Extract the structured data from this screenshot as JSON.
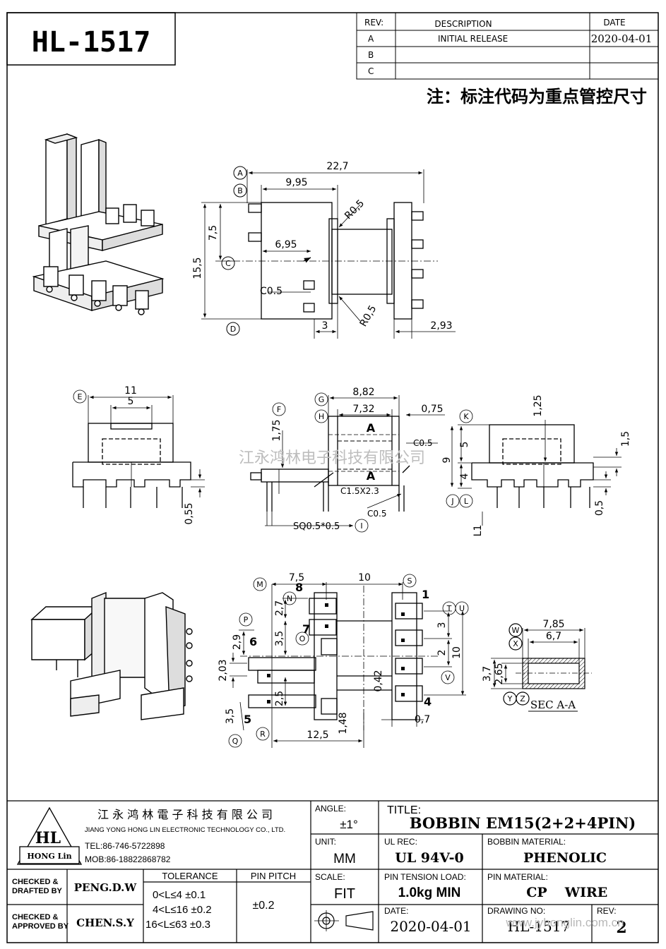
{
  "header": {
    "part_no": "HL-1517",
    "rev_table": {
      "col_rev": "REV:",
      "col_desc": "DESCRIPTION",
      "col_date": "DATE",
      "rows": [
        {
          "rev": "A",
          "desc": "INITIAL RELEASE",
          "date": "2020-04-01"
        },
        {
          "rev": "B",
          "desc": "",
          "date": ""
        },
        {
          "rev": "C",
          "desc": "",
          "date": ""
        }
      ]
    },
    "note": "注：标注代码为重点管控尺寸"
  },
  "watermark": "江永鸿林电子科技有限公司",
  "front_view": {
    "A": "A",
    "B": "B",
    "C": "C",
    "D": "D",
    "d_22_7": "22,7",
    "d_9_95": "9,95",
    "d_6_95": "6,95",
    "d_7_5": "7,5",
    "d_15_5": "15,5",
    "d_3": "3",
    "d_2_93": "2,93",
    "r05_top": "R0,5",
    "r05_bot": "R0,5",
    "c05": "C0.5"
  },
  "side_left": {
    "E": "E",
    "d_11": "11",
    "d_5": "5",
    "d_0_55": "0,55"
  },
  "side_mid": {
    "F": "F",
    "G": "G",
    "H": "H",
    "I": "I",
    "d_8_82": "8,82",
    "d_7_32": "7,32",
    "d_0_75": "0,75",
    "d_1_75": "1,75",
    "sec_a_top": "A",
    "sec_a_bot": "A",
    "c05a": "C0.5",
    "c05b": "C0.5",
    "c15": "C1.5X2.3",
    "sq": "SQ0.5*0.5"
  },
  "side_right": {
    "K": "K",
    "J": "J",
    "L": "L",
    "d_1_25": "1,25",
    "d_1_5": "1,5",
    "d_5": "5",
    "d_9": "9",
    "d_4": "4",
    "d_0_5": "0,5",
    "l1": "L1"
  },
  "bottom_view": {
    "M": "M",
    "N": "N",
    "O": "O",
    "P": "P",
    "Q": "Q",
    "R": "R",
    "S": "S",
    "T": "T",
    "U": "U",
    "V": "V",
    "d_7_5": "7,5",
    "d_10": "10",
    "d_2_7": "2,7",
    "d_2_9": "2,9",
    "d_3_5a": "3,5",
    "d_2_03": "2,03",
    "d_2_5": "2,5",
    "d_3_5b": "3,5",
    "d_1_48": "1,48",
    "d_12_5": "12,5",
    "d_3": "3",
    "d_2": "2",
    "d_10v": "10",
    "d_0_42": "0,42",
    "d_0_7": "0,7",
    "pins": [
      "1",
      "4",
      "5",
      "6",
      "7",
      "8"
    ]
  },
  "sec_aa": {
    "W": "W",
    "X": "X",
    "Y": "Y",
    "Z": "Z",
    "d_7_85": "7,85",
    "d_6_7": "6,7",
    "d_3_7": "3,7",
    "d_2_65": "2,65",
    "title": "SEC A-A"
  },
  "title_block": {
    "company_cn": "江 永 鸿 林 電 子 科 技 有 限 公 司",
    "company_en": "JIANG YONG HONG LIN ELECTRONIC TECHNOLOGY CO., LTD.",
    "logo": "HL",
    "logo_sub": "HONG Lin",
    "tel": "TEL:86-746-5722898",
    "mob": "MOB:86-18822868782",
    "angle_label": "ANGLE:",
    "angle_value": "±1°",
    "title_label": "TITLE:",
    "title_value": "BOBBIN EM15(2+2+4PIN)",
    "unit_label": "UNIT:",
    "unit_value": "MM",
    "ul_label": "UL REC:",
    "ul_value": "UL 94V-0",
    "bobbin_mat_label": "BOBBIN MATERIAL:",
    "bobbin_mat_value": "PHENOLIC",
    "scale_label": "SCALE:",
    "scale_value": "FIT",
    "pin_tension_label": "PIN TENSION LOAD:",
    "pin_tension_value": "1.0kg MIN",
    "pin_mat_label": "PIN MATERIAL:",
    "pin_mat_value_a": "CP",
    "pin_mat_value_b": "WIRE",
    "date_label": "DATE:",
    "date_value": "2020-04-01",
    "drawing_no_label": "DRAWING NO:",
    "drawing_no_value": "HL-1517",
    "rev_label": "REV:",
    "rev_value": "2",
    "checked_drafted": "CHECKED &\nDRAFTED BY",
    "checked_drafted_l1": "CHECKED &",
    "checked_drafted_l2": "DRAFTED BY",
    "drafter": "PENG.D.W",
    "checked_approved_l1": "CHECKED &",
    "checked_approved_l2": "APPROVED BY",
    "approver": "CHEN.S.Y",
    "tolerance_label": "TOLERANCE",
    "tol_1": "0<L≤4  ±0.1",
    "tol_2": "4<L≤16 ±0.2",
    "tol_3": "16<L≤63 ±0.3",
    "pin_pitch_label": "PIN PITCH",
    "pin_pitch_value": "±0.2",
    "site": "www.jyhonglin.com.cn"
  }
}
